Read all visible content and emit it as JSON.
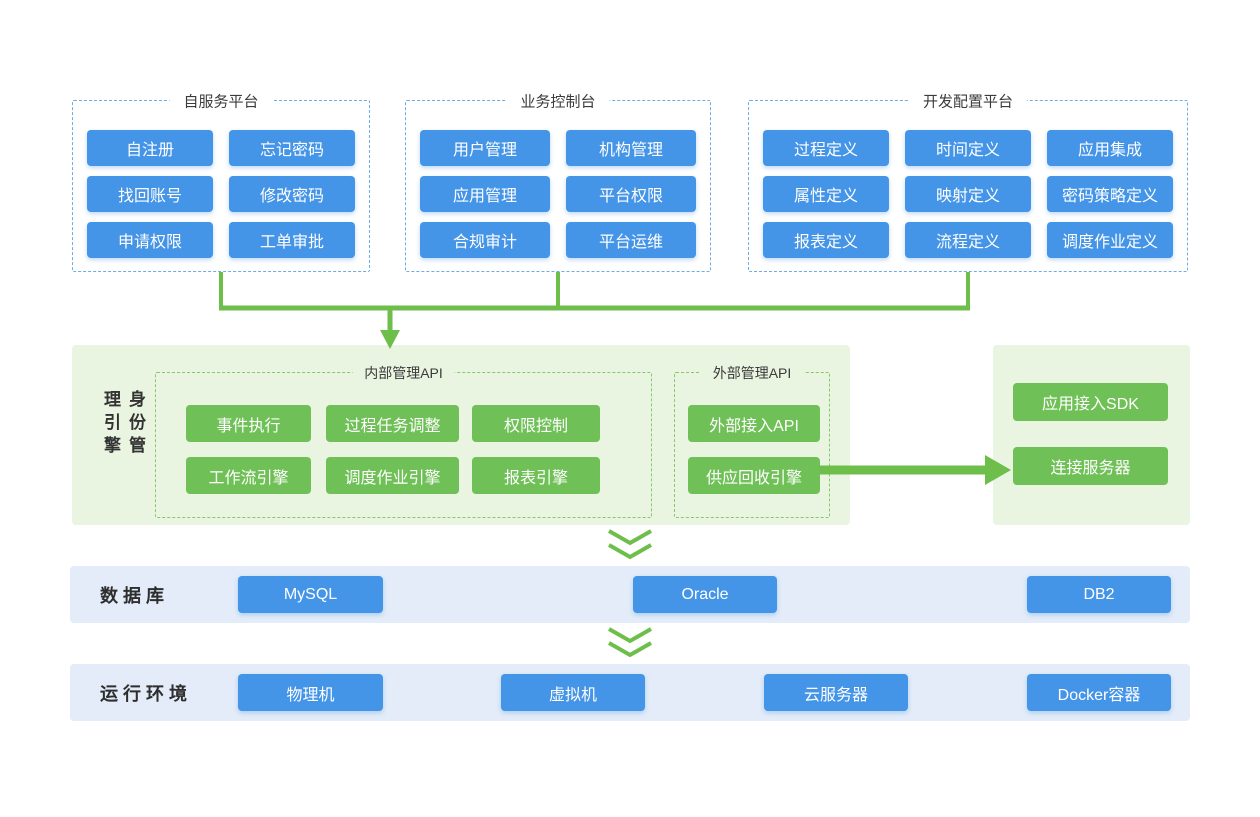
{
  "colors": {
    "blue_button": "#4494E7",
    "blue_dash": "#6FACE4",
    "green_button": "#6FC057",
    "green_panel": "#E9F4E1",
    "green_dash": "#84C96B",
    "green_line": "#6DBE4A",
    "row_bg": "#E3ECF8",
    "text_dark": "#333333"
  },
  "top_platforms": [
    {
      "title": "自服务平台",
      "items": [
        "自注册",
        "忘记密码",
        "找回账号",
        "修改密码",
        "申请权限",
        "工单审批"
      ]
    },
    {
      "title": "业务控制台",
      "items": [
        "用户管理",
        "机构管理",
        "应用管理",
        "平台权限",
        "合规审计",
        "平台运维"
      ]
    },
    {
      "title": "开发配置平台",
      "items": [
        "过程定义",
        "时间定义",
        "应用集成",
        "属性定义",
        "映射定义",
        "密码策略定义",
        "报表定义",
        "流程定义",
        "调度作业定义"
      ]
    }
  ],
  "engine": {
    "label": "身份管理引擎",
    "internal_api": {
      "title": "内部管理API",
      "items": [
        "事件执行",
        "过程任务调整",
        "权限控制",
        "工作流引擎",
        "调度作业引擎",
        "报表引擎"
      ]
    },
    "external_api": {
      "title": "外部管理API",
      "items": [
        "外部接入API",
        "供应回收引擎"
      ]
    },
    "sdk": {
      "items": [
        "应用接入SDK",
        "连接服务器"
      ]
    }
  },
  "database": {
    "label": "数据库",
    "items": [
      "MySQL",
      "Oracle",
      "DB2"
    ]
  },
  "runtime": {
    "label": "运行环境",
    "items": [
      "物理机",
      "虚拟机",
      "云服务器",
      "Docker容器"
    ]
  }
}
